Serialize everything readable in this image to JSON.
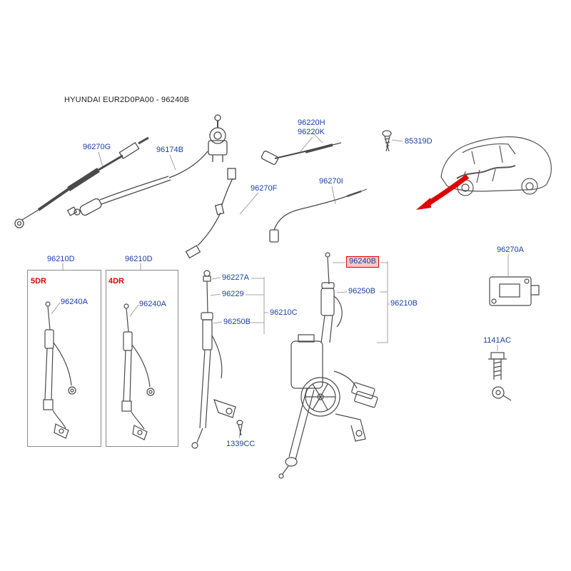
{
  "title": "HYUNDAI EUR2D0PA00 - 96240B",
  "colors": {
    "part_link": "#1a3faa",
    "highlight_red": "#e00000",
    "line_art": "#4a4a4a",
    "highlight_fill": "#f5c9c9"
  },
  "parts": {
    "p96270G": "96270G",
    "p96174B": "96174B",
    "p96220H": "96220H",
    "p96220K": "96220K",
    "p85319D": "85319D",
    "p96270F": "96270F",
    "p96270I": "96270I",
    "p96270A": "96270A",
    "p96210D_left": "96210D",
    "p96210D_right": "96210D",
    "variant_5dr": "5DR",
    "variant_4dr": "4DR",
    "p96240A_left": "96240A",
    "p96240A_right": "96240A",
    "p96227A": "96227A",
    "p96229": "96229",
    "p96250B_mid": "96250B",
    "p96210C": "96210C",
    "p96240B": "96240B",
    "p96250B_right": "96250B",
    "p96210B": "96210B",
    "p1339CC": "1339CC",
    "p1141AC": "1141AC"
  }
}
